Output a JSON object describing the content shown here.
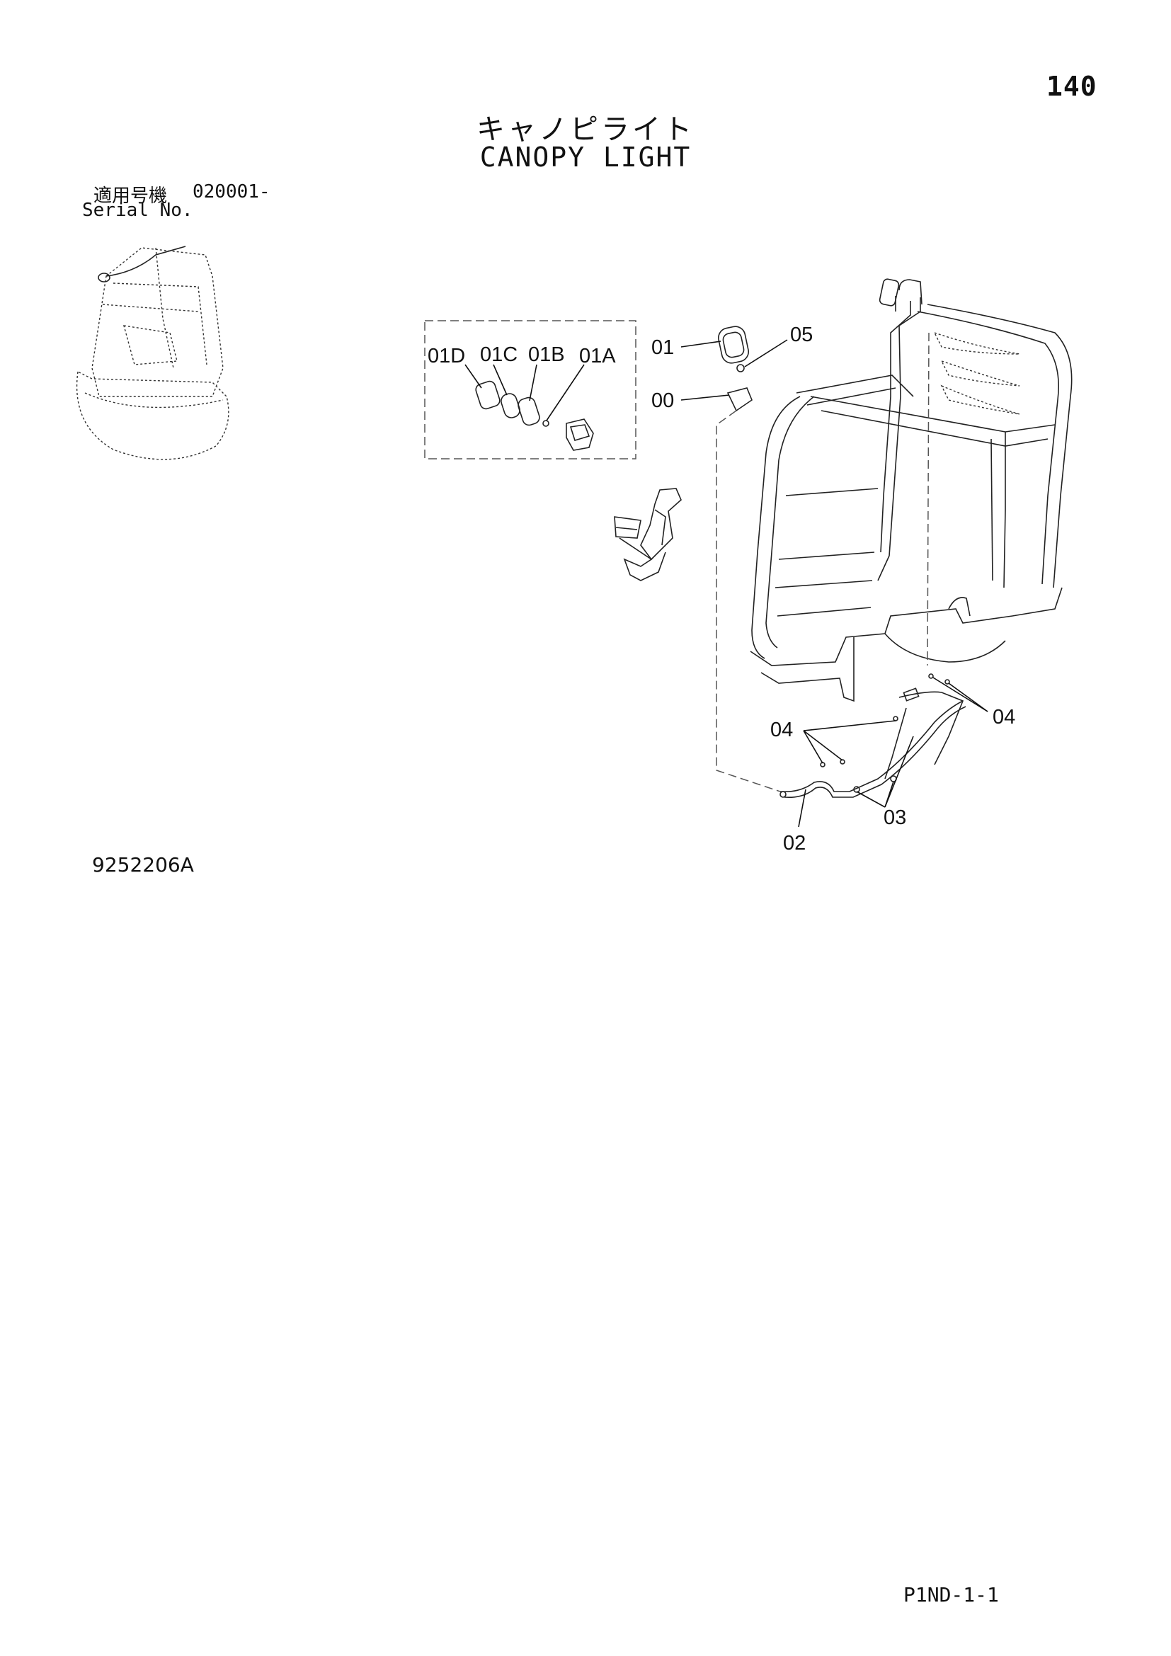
{
  "page_number": "140",
  "title_jp": "キャノピライト",
  "title_en": "CANOPY LIGHT",
  "serial": {
    "label_jp": "適用号機",
    "value": "020001-",
    "label_en": "Serial No."
  },
  "callouts": {
    "c01D": "01D",
    "c01C": "01C",
    "c01B": "01B",
    "c01A": "01A",
    "c01": "01",
    "c05": "05",
    "c00": "00",
    "c04_left": "04",
    "c04_right": "04",
    "c03": "03",
    "c02": "02"
  },
  "drawing_number": "9252206A",
  "footer_code": "P1ND-1-1"
}
